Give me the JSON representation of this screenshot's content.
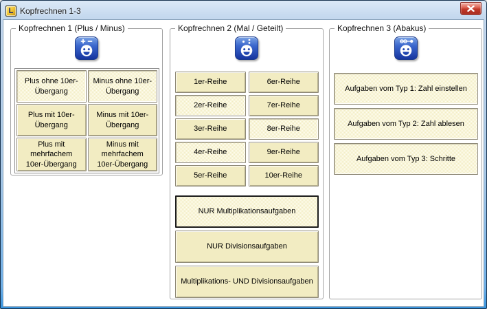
{
  "window": {
    "title": "Kopfrechnen 1-3",
    "app_icon_letter": "L",
    "icons": {
      "app_icon": "yellow-L-app-icon",
      "close_icon": "close-x-icon"
    }
  },
  "colors": {
    "button_cream": "#f2ecc2",
    "button_selected_dither": "#fffef2",
    "titlebar_blue": "#c4d8ee",
    "close_button_red": "#c13a2a",
    "smiley_icon_blue": "#2e5ec8",
    "group_border_gray": "#a3a3a3"
  },
  "groups": [
    {
      "title": "Kopfrechnen 1 (Plus / Minus)",
      "icon": "smiley-plus-minus-icon",
      "buttons": [
        {
          "label": "Plus ohne 10er-Übergang",
          "selected": true
        },
        {
          "label": "Minus ohne 10er-Übergang",
          "selected": true
        },
        {
          "label": "Plus mit 10er-Übergang",
          "selected": false
        },
        {
          "label": "Minus mit 10er-Übergang",
          "selected": false
        },
        {
          "label": "Plus mit mehrfachem 10er-Übergang",
          "selected": false
        },
        {
          "label": "Minus mit mehrfachem 10er-Übergang",
          "selected": false
        }
      ]
    },
    {
      "title": "Kopfrechnen 2 (Mal / Geteilt)",
      "icon": "smiley-mal-geteilt-icon",
      "reihe_buttons": [
        {
          "label": "1er-Reihe",
          "selected": false
        },
        {
          "label": "6er-Reihe",
          "selected": false
        },
        {
          "label": "2er-Reihe",
          "selected": true
        },
        {
          "label": "7er-Reihe",
          "selected": false
        },
        {
          "label": "3er-Reihe",
          "selected": false
        },
        {
          "label": "8er-Reihe",
          "selected": true
        },
        {
          "label": "4er-Reihe",
          "selected": true
        },
        {
          "label": "9er-Reihe",
          "selected": false
        },
        {
          "label": "5er-Reihe",
          "selected": false
        },
        {
          "label": "10er-Reihe",
          "selected": false
        }
      ],
      "mode_buttons": [
        {
          "label": "NUR Multiplikationsaufgaben",
          "selected": true,
          "focused": true
        },
        {
          "label": "NUR Divisionsaufgaben",
          "selected": false
        },
        {
          "label": "Multiplikations- UND Divisionsaufgaben",
          "selected": false
        }
      ]
    },
    {
      "title": "Kopfrechnen 3 (Abakus)",
      "icon": "smiley-abakus-icon",
      "buttons": [
        {
          "label": "Aufgaben vom Typ 1: Zahl einstellen",
          "selected": true
        },
        {
          "label": "Aufgaben vom Typ 2: Zahl ablesen",
          "selected": true
        },
        {
          "label": "Aufgaben vom Typ 3: Schritte",
          "selected": true
        }
      ]
    }
  ]
}
